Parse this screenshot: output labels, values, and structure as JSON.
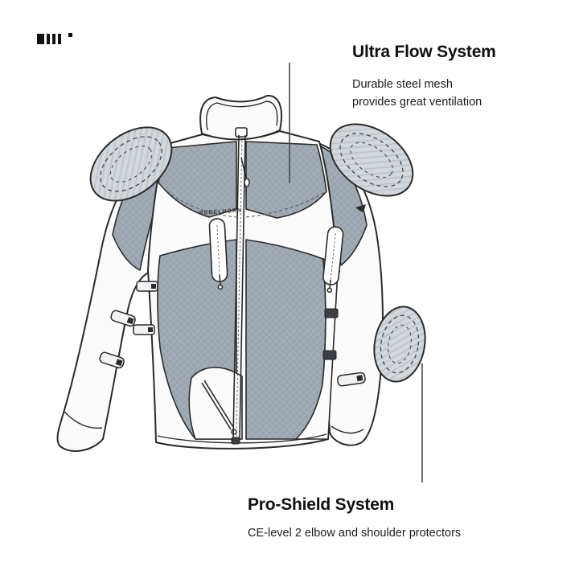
{
  "colors": {
    "background": "#ffffff",
    "outline": "#2b2b2b",
    "mesh_gray": "#9aa4ae",
    "pad_gray": "#d3d8dc",
    "text_primary": "#111111",
    "annotation_line": "#4a4a4a"
  },
  "brand": {
    "mark_icon": "rebelhorn-brand-mark"
  },
  "jacket": {
    "chest_label": "REBELHORN"
  },
  "annotations": {
    "ultra_flow": {
      "title": "Ultra Flow System",
      "description_line1": "Durable steel mesh",
      "description_line2": "provides great ventilation"
    },
    "pro_shield": {
      "title": "Pro-Shield System",
      "description": "CE-level 2 elbow and shoulder protectors"
    }
  }
}
